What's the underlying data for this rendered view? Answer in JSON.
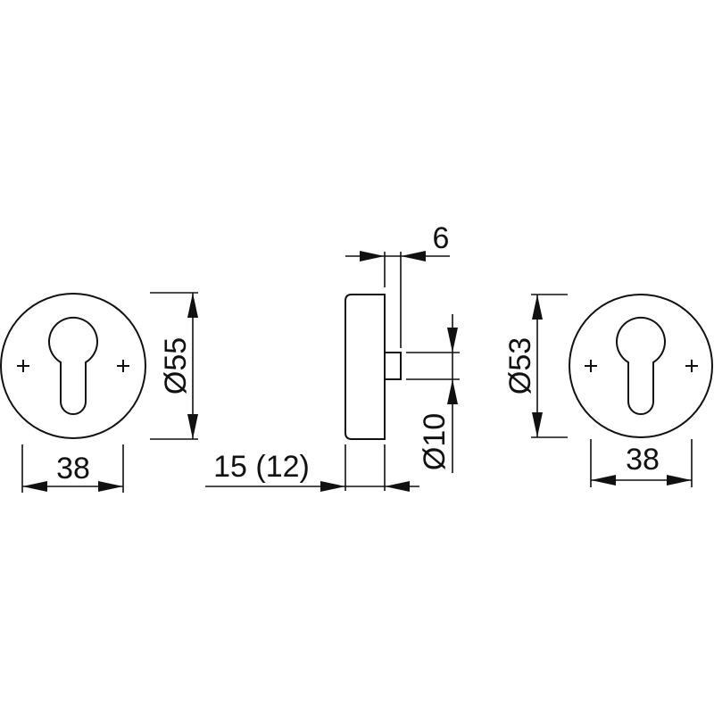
{
  "title": "Escutcheon rosette technical drawing",
  "left_rosette": {
    "diameter_label": "Ø55",
    "width_label": "38"
  },
  "side_view": {
    "thickness_label": "6",
    "pin_diameter_label": "Ø10",
    "depth_label": "15 (12)"
  },
  "right_rosette": {
    "diameter_label": "Ø53",
    "width_label": "38"
  }
}
